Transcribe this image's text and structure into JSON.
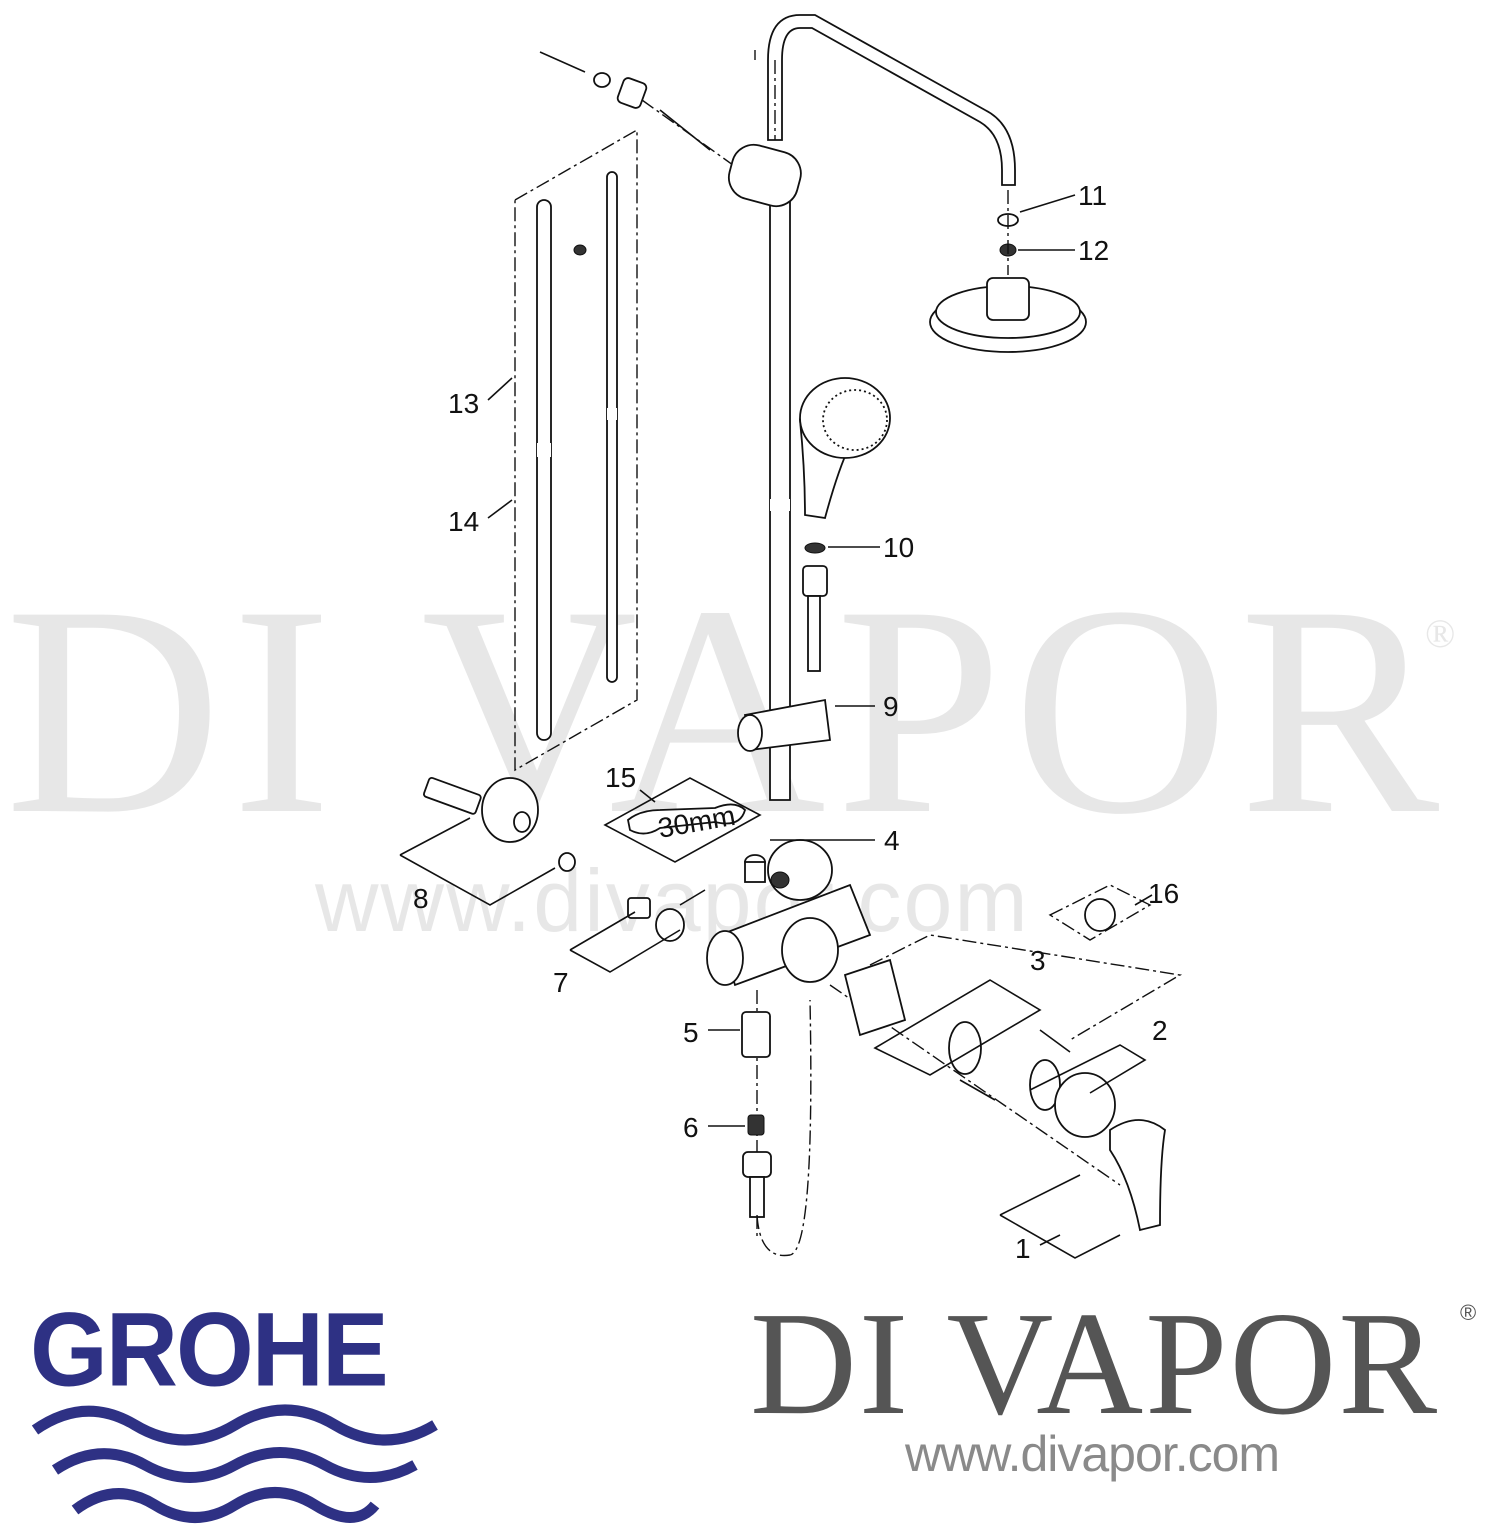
{
  "watermark": {
    "text": "DI VAPOR",
    "registered": "®",
    "url": "www.divapor.com"
  },
  "diagram": {
    "part_labels": [
      "1",
      "2",
      "3",
      "4",
      "5",
      "6",
      "7",
      "8",
      "9",
      "10",
      "11",
      "12",
      "13",
      "14",
      "15",
      "16"
    ],
    "tool_size": "30mm"
  },
  "logos": {
    "grohe": {
      "text": "GROHE",
      "color": "#2e3184"
    },
    "divapor": {
      "text": "DI VAPOR",
      "registered": "®",
      "url": "www.divapor.com",
      "color": "#555555"
    }
  }
}
